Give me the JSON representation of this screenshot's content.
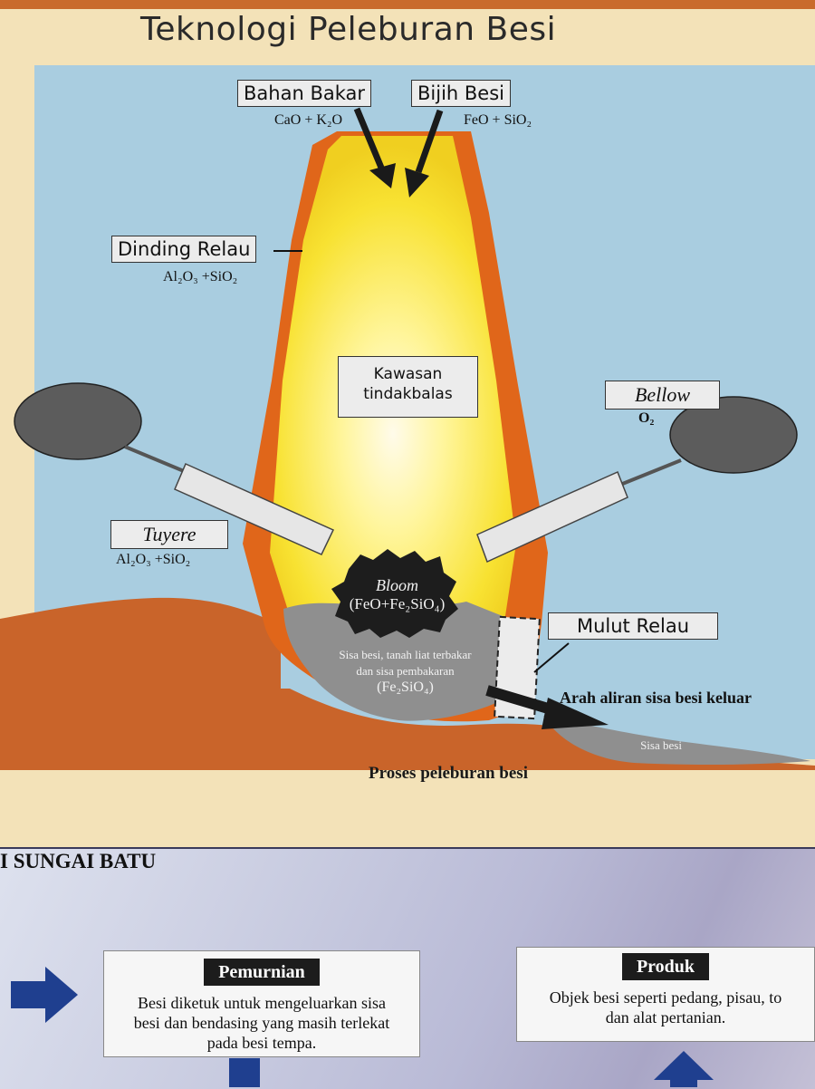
{
  "title": "Teknologi Peleburan Besi",
  "labels": {
    "bahan_bakar": "Bahan Bakar",
    "bahan_bakar_formula": "CaO + K₂O",
    "bijih_besi": "Bijih Besi",
    "bijih_besi_formula": "FeO + SiO₂",
    "dinding_relau": "Dinding Relau",
    "dinding_relau_formula": "Al₂O₃ +SiO₂",
    "kawasan_line1": "Kawasan",
    "kawasan_line2": "tindakbalas",
    "bellow": "Bellow",
    "bellow_formula": "O₂",
    "tuyere": "Tuyere",
    "tuyere_formula": "Al₂O₃ +SiO₂",
    "bloom": "Bloom",
    "bloom_formula": "(FeO+Fe₂SiO₄)",
    "slag_line1": "Sisa besi, tanah liat terbakar",
    "slag_line2": "dan sisa pembakaran",
    "slag_formula": "(Fe₂SiO₄)",
    "mulut_relau": "Mulut Relau",
    "arah_aliran": "Arah aliran sisa besi keluar",
    "sisa_besi": "Sisa besi"
  },
  "caption": "Proses peleburan besi",
  "site_heading": "I SUNGAI BATU",
  "steps": [
    {
      "title": "Pemurnian",
      "lines": [
        "Besi diketuk untuk mengeluarkan sisa",
        "besi dan bendasing yang masih terlekat",
        "pada besi tempa."
      ]
    },
    {
      "title": "Produk",
      "lines": [
        "Objek besi seperti pedang, pisau, to",
        "dan alat pertanian."
      ]
    }
  ],
  "colors": {
    "sky": "#a9cde0",
    "furnace_wall": "#e0661a",
    "hot_core": "#fbe83a",
    "ground": "#c9642a",
    "slag": "#8f8f8f",
    "bellow": "#5c5c5c",
    "arrow_blue": "#1f3f8f"
  }
}
